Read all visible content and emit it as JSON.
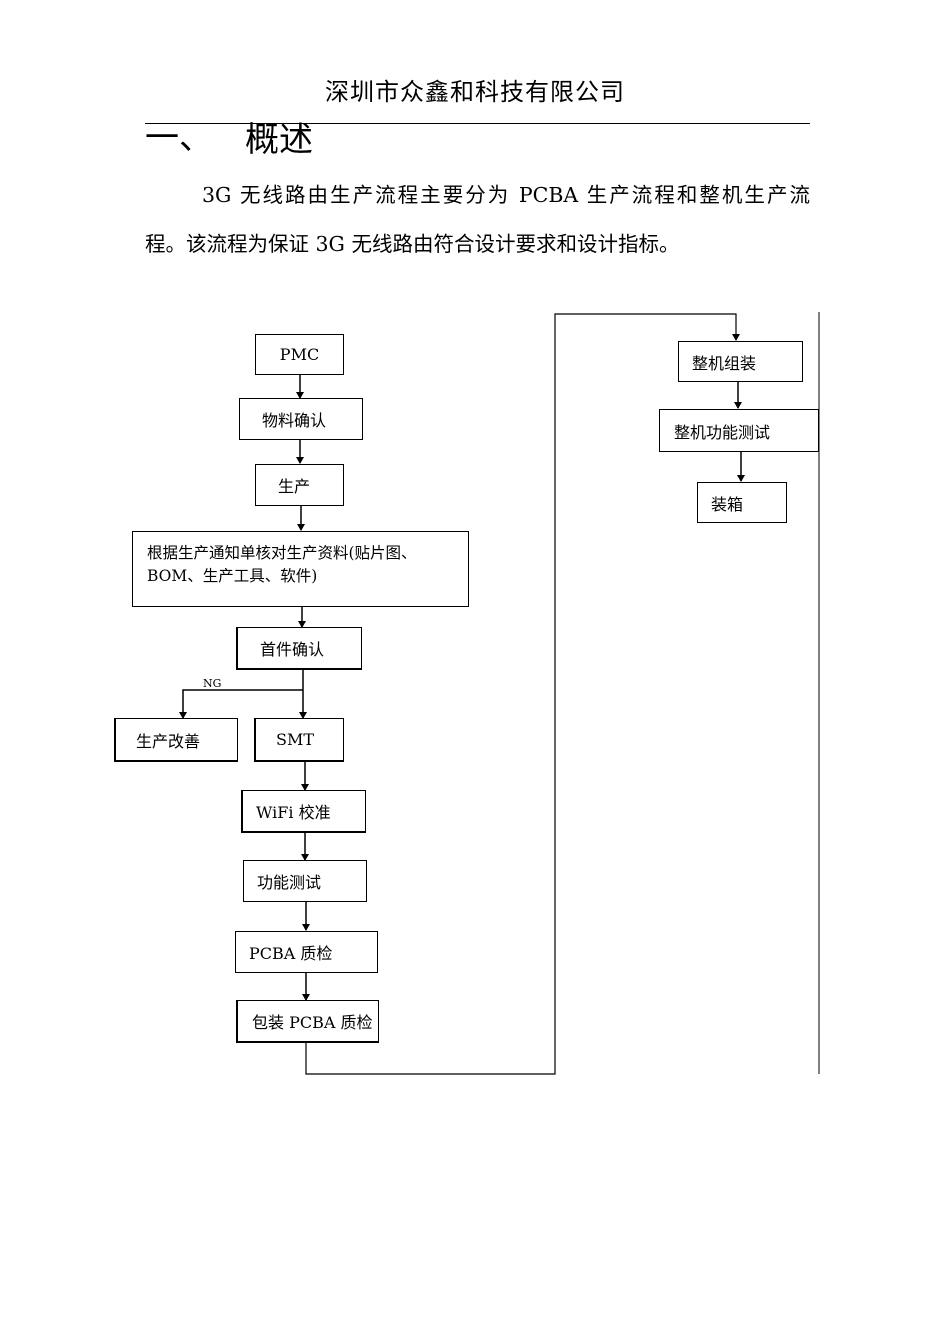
{
  "header": {
    "company": "深圳市众鑫和科技有限公司"
  },
  "section": {
    "number": "一、",
    "title": "概述"
  },
  "intro": {
    "line1": "3G 无线路由生产流程主要分为 PCBA 生产流程和整机生产流",
    "line2": "程。该流程为保证 3G 无线路由符合设计要求和设计指标。"
  },
  "flowchart": {
    "pmc": "PMC",
    "material_confirm": "物料确认",
    "production": "生产",
    "check_docs": "根据生产通知单核对生产资料(贴片图、BOM、生产工具、软件)",
    "first_article": "首件确认",
    "ng_label": "NG",
    "improve": "生产改善",
    "smt": "SMT",
    "wifi_calibration": "WiFi 校准",
    "function_test": "功能测试",
    "pcba_qc": "PCBA 质检",
    "pack_pcba_qc": "包装 PCBA 质检",
    "assembly": "整机组装",
    "full_function_test": "整机功能测试",
    "boxing": "装箱"
  }
}
